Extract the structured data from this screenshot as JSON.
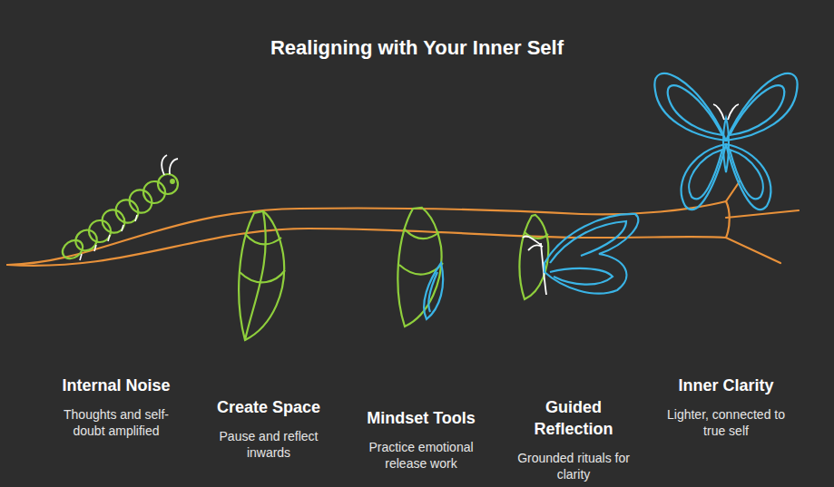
{
  "diagram": {
    "title": "Realigning with Your Inner Self",
    "labels": [
      "Internal Noise",
      "Thoughts and self-doubt amplified",
      "Create Space",
      "Pause and reflect inwards",
      "Mindset Tools",
      "Practice emotional release work",
      "Guided Reflection",
      "Grounded rituals for clarity",
      "Inner Clarity",
      "Lighter, connected to true self"
    ]
  }
}
